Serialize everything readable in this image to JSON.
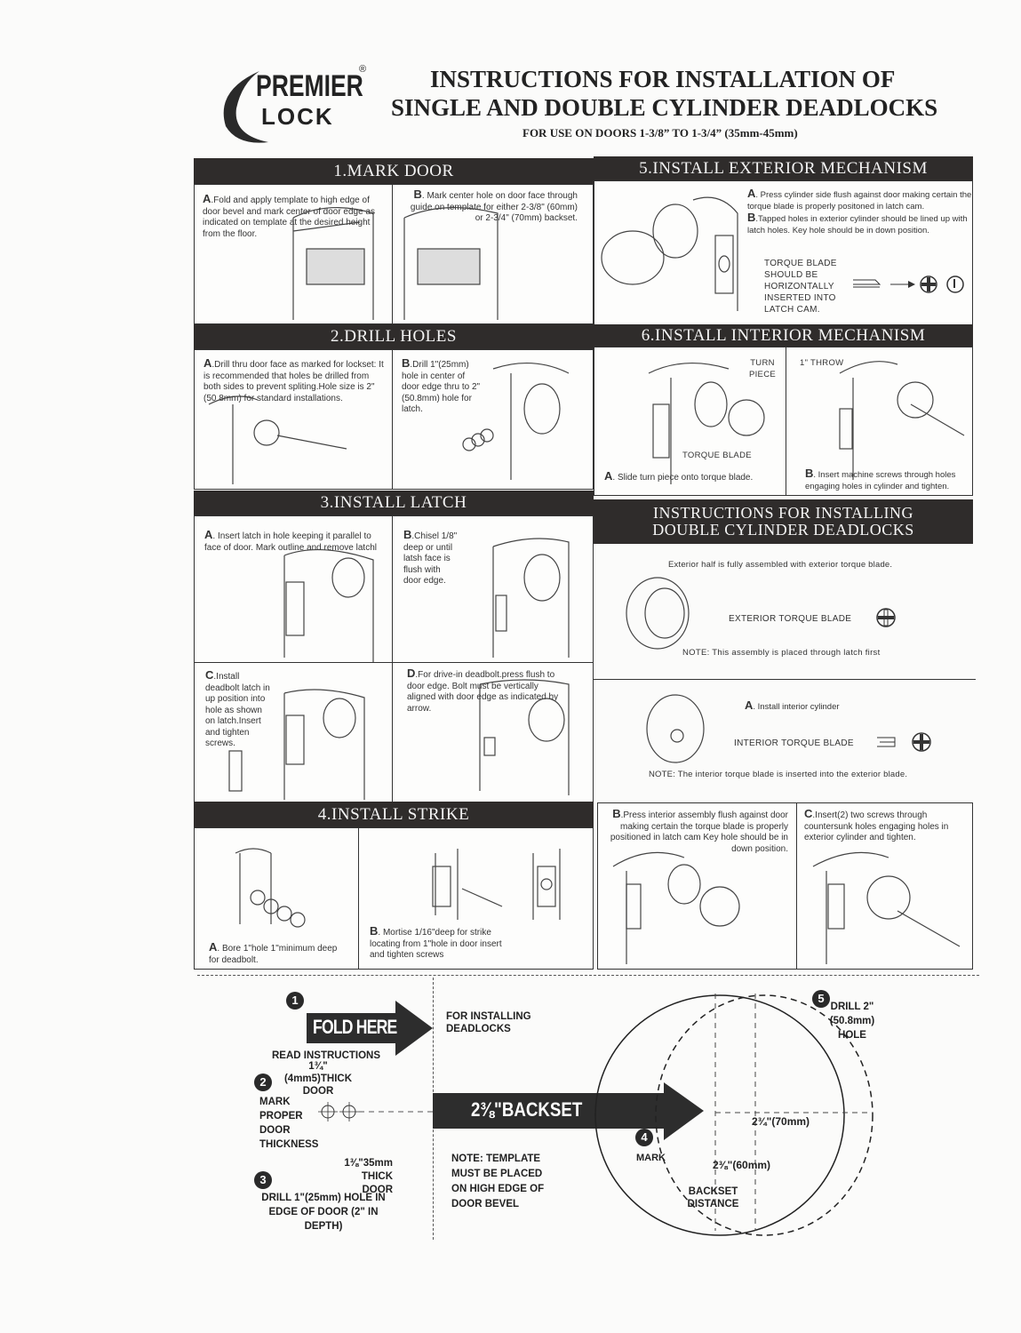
{
  "brand": {
    "name": "PREMIER",
    "sub": "LOCK",
    "reg": "®"
  },
  "title": {
    "line1": "INSTRUCTIONS FOR INSTALLATION OF",
    "line2": "SINGLE AND DOUBLE CYLINDER DEADLOCKS",
    "subtitle": "FOR USE ON DOORS 1-3/8” TO 1-3/4”  (35mm-45mm)"
  },
  "s1": {
    "title": "1.MARK DOOR",
    "a_letter": "A",
    "a": ".Fold and apply template to high edge of door bevel and mark center of door edge as indicated on template at the desired height from the floor.",
    "b_letter": "B",
    "b": ". Mark center hole on door face through guide on template for either 2-3/8\" (60mm) or 2-3/4\" (70mm) backset."
  },
  "s2": {
    "title": "2.DRILL HOLES",
    "a_letter": "A",
    "a": ".Drill thru door face as marked for lockset: It is recommended that holes be drilled from both sides to prevent spliting.Hole size is 2\" (50 8mm) for standard installations.",
    "b_letter": "B",
    "b": ".Drill 1\"(25mm) hole in center of door edge thru to 2\"(50.8mm) hole for latch."
  },
  "s3": {
    "title": "3.INSTALL LATCH",
    "a_letter": "A",
    "a": ". Insert latch in hole keeping it parallel to face of door. Mark outline and remove latchl",
    "b_letter": "B",
    "b": ".Chisel 1/8\" deep or until latsh face is flush with door edge.",
    "c_letter": "C",
    "c": ".Install deadbolt latch in up position into hole as shown on latch.Insert and tighten screws.",
    "d_letter": "D",
    "d": ".For drive-in deadbolt.press flush to door edge. Bolt must be vertically aligned with door edge as indicated by arrow."
  },
  "s4": {
    "title": "4.INSTALL STRIKE",
    "a_letter": "A",
    "a": ". Bore 1\"hole 1\"minimum deep for deadbolt.",
    "b_letter": "B",
    "b": ". Mortise 1/16\"deep for strike locating from 1\"hole in door insert and tighten screws"
  },
  "s5": {
    "title": "5.INSTALL EXTERIOR MECHANISM",
    "a_letter": "A",
    "a": ". Press  cylinder side flush against door making certain the torque blade is properly positoned in latch cam.",
    "b_letter": "B",
    "b": ".Tapped holes in exterior cylinder should be lined up with latch holes. Key hole should be in down position.",
    "torque_note": [
      "TORQUE BLADE",
      "SHOULD BE",
      "HORIZONTALLY",
      "INSERTED INTO",
      "LATCH CAM."
    ]
  },
  "s6": {
    "title": "6.INSTALL  INTERIOR MECHANISM",
    "turn_piece": "TURN PIECE",
    "torque_blade": "TORQUE BLADE",
    "throw": "1\"  THROW",
    "a_letter": "A",
    "a": ". Slide turn piece onto torque blade.",
    "b_letter": "B",
    "b": ". Insert machine screws through holes engaging holes in cylinder and tighten."
  },
  "dbl": {
    "title1": "INSTRUCTIONS FOR INSTALLING",
    "title2": "DOUBLE CYLINDER DEADLOCKS",
    "exterior_note": "Exterior half is fully  assembled with exterior torque blade.",
    "exterior_blade": "EXTERIOR TORQUE BLADE",
    "note1": "NOTE: This assembly is placed through latch first",
    "a_letter": "A",
    "a": ". Install interior cylinder",
    "interior_blade": "INTERIOR TORQUE BLADE",
    "note2": "NOTE: The interior torque blade is inserted into the exterior blade.",
    "b_letter": "B",
    "b": ".Press interior assembly flush against door making certain the torque blade is properly positioned in latch cam Key hole should be in down position.",
    "c_letter": "C",
    "c": ".Insert(2) two screws through countersunk holes engaging holes in exterior cylinder and tighten."
  },
  "template": {
    "n1": "1",
    "fold": "FOLD HERE",
    "for_installing": "FOR INSTALLING DEADLOCKS",
    "read": "READ INSTRUCTIONS",
    "thick1": "1¾\"(4mm5)THICK DOOR",
    "n2": "2",
    "mark_proper": "MARK PROPER DOOR THICKNESS",
    "thick2": "1⅜\"35mm THICK DOOR",
    "n3": "3",
    "drill": "DRILL 1\"(25mm) HOLE IN EDGE OF DOOR (2\" IN DEPTH)",
    "backset": "2⅜\"BACKSET",
    "note": "NOTE: TEMPLATE MUST BE PLACED ON HIGH EDGE OF DOOR BEVEL",
    "n4": "4",
    "mark": "MARK",
    "n5": "5",
    "drill_hole": "DRILL 2\"(50.8mm) HOLE",
    "d70": "2¾\"(70mm)",
    "d60": "2⅜\"(60mm)",
    "backset_distance": "BACKSET DISTANCE"
  }
}
